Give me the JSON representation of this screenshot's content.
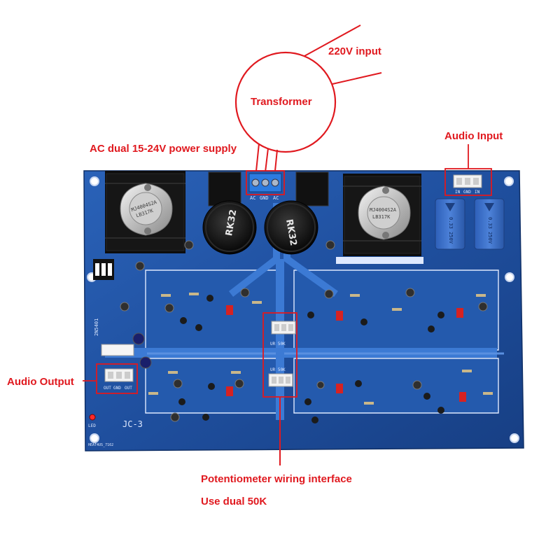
{
  "callouts": {
    "ac_input": "220V input",
    "transformer": "Transformer",
    "power_supply": "AC dual 15-24V power supply",
    "audio_input": "Audio Input",
    "audio_output": "Audio  Output",
    "pot_interface": "Potentiometer wiring interface",
    "pot_spec": "Use dual 50K"
  },
  "board": {
    "name": "JC-3",
    "part_code": "2N5401",
    "led_label": "LED",
    "footer_code": "HEAT4US_7162",
    "power_terminal_labels": [
      "AC",
      "GND",
      "AC"
    ],
    "input_connector_labels": [
      "IN",
      "GND",
      "IN"
    ],
    "output_connector_labels": [
      "OUT",
      "GND",
      "OUT"
    ],
    "pot_label_top": "UR 50K",
    "pot_label_bottom": "UR 50K",
    "transistor_marking": "MJ4004S2A",
    "transistor_code": "LB317K",
    "coil_marking": "RK32",
    "cap_marking": "0.33 250V"
  },
  "colors": {
    "callout_red": "#e0191f",
    "board_blue": "#1f4f9e",
    "silkscreen": "#dfe9ff",
    "heatsink": "#111111",
    "capacitor_blue": "#3b6fc6"
  }
}
